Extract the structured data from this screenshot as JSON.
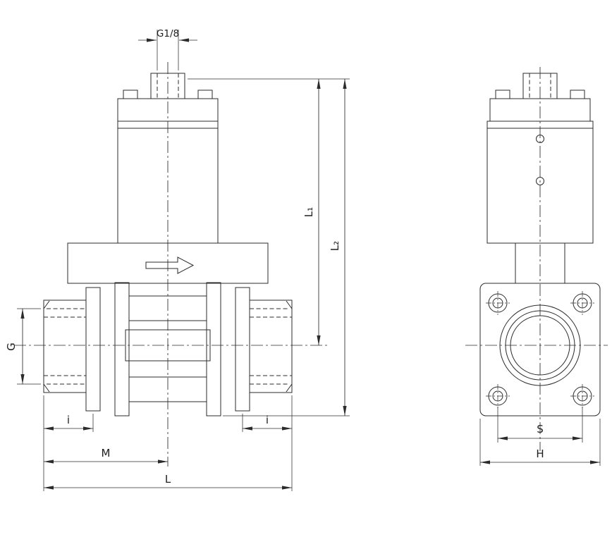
{
  "labels": {
    "port_thread": "G1/8",
    "dim_l1": "L₁",
    "dim_l2": "L₂",
    "dim_g": "G",
    "dim_i_left": "i",
    "dim_i_right": "i",
    "dim_m": "M",
    "dim_l": "L",
    "dim_s": "S",
    "dim_h": "H"
  },
  "colors": {
    "line": "#2b2b2b",
    "background": "#ffffff"
  }
}
